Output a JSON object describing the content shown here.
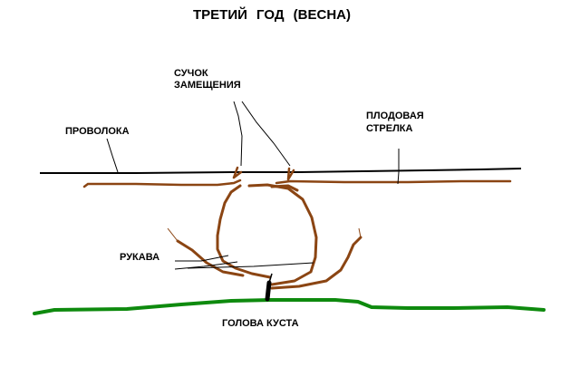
{
  "title": "ТРЕТИЙ   ГОД  (ВЕСНА)",
  "labels": {
    "knot_line1": "СУЧОК",
    "knot_line2": "ЗАМЕЩЕНИЯ",
    "wire": "ПРОВОЛОКА",
    "cane_line1": "ПЛОДОВАЯ",
    "cane_line2": "СТРЕЛКА",
    "arms": "РУКАВА",
    "head": "ГОЛОВА КУСТА"
  },
  "colors": {
    "wire": "#000000",
    "vine": "#8B4513",
    "ground": "#0E8A0E",
    "trunk": "#000000",
    "pointer": "#000000"
  }
}
